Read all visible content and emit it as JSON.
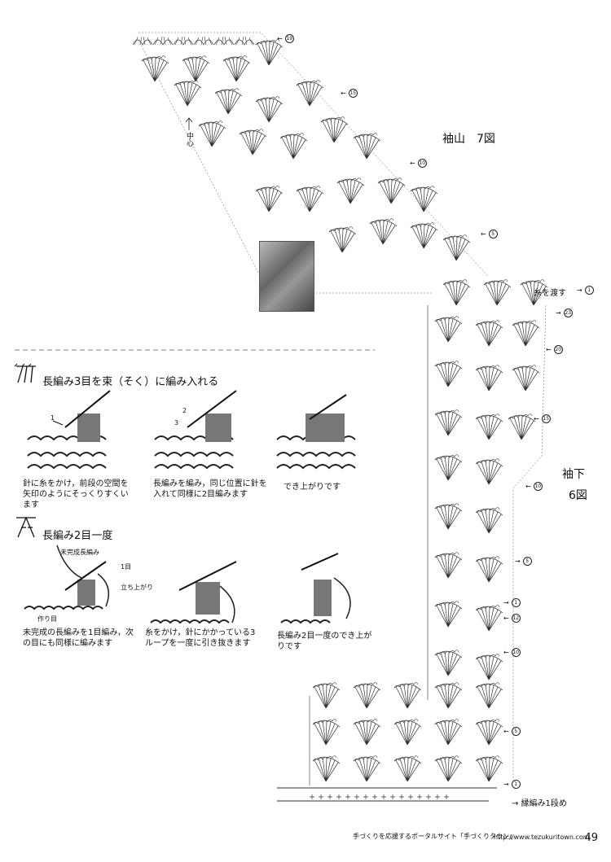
{
  "labels": {
    "sode_yama": "袖山　7図",
    "sode_shita": "袖下",
    "sode_shita_fig": "6図",
    "center": "中心",
    "ito_wo_watasu": "糸を渡す",
    "edge_row": "縁編み1段め",
    "photo_icon": "photo-thumbnail"
  },
  "row_marks_top": [
    {
      "num": "19"
    },
    {
      "num": "15"
    },
    {
      "num": "10"
    },
    {
      "num": "5"
    },
    {
      "num": "1"
    }
  ],
  "row_marks_bottom": [
    {
      "num": "23"
    },
    {
      "num": "20"
    },
    {
      "num": "15"
    },
    {
      "num": "10"
    },
    {
      "num": "5"
    },
    {
      "num": "1"
    },
    {
      "num": "12"
    },
    {
      "num": "10"
    },
    {
      "num": "5"
    },
    {
      "num": "1"
    }
  ],
  "technique1": {
    "title": "長編み3目を束（そく）に編み入れる",
    "step1": "針に糸をかけ，前段の空間を矢印のようにそっくりすくいます",
    "step2": "長編みを編み，同じ位置に針を入れて同様に2目編みます",
    "step3": "でき上がりです",
    "num1": "1",
    "num2": "2",
    "num3": "3"
  },
  "technique2": {
    "title": "長編み2目一度",
    "label_miseisei": "未完成長編み",
    "label_1me": "1目",
    "label_tachiagari": "立ち上がり",
    "label_tsukurime": "作り目",
    "step1": "未完成の長編みを1目編み，次の目にも同様に編みます",
    "step2": "糸をかけ，針にかかっている3ループを一度に引き抜きます",
    "step3": "長編み2目一度のでき上がりです"
  },
  "footer": {
    "text": "手づくりを応援するポータルサイト「手づくりタウン」",
    "url": "http://www.tezukuritown.com",
    "page": "49"
  }
}
